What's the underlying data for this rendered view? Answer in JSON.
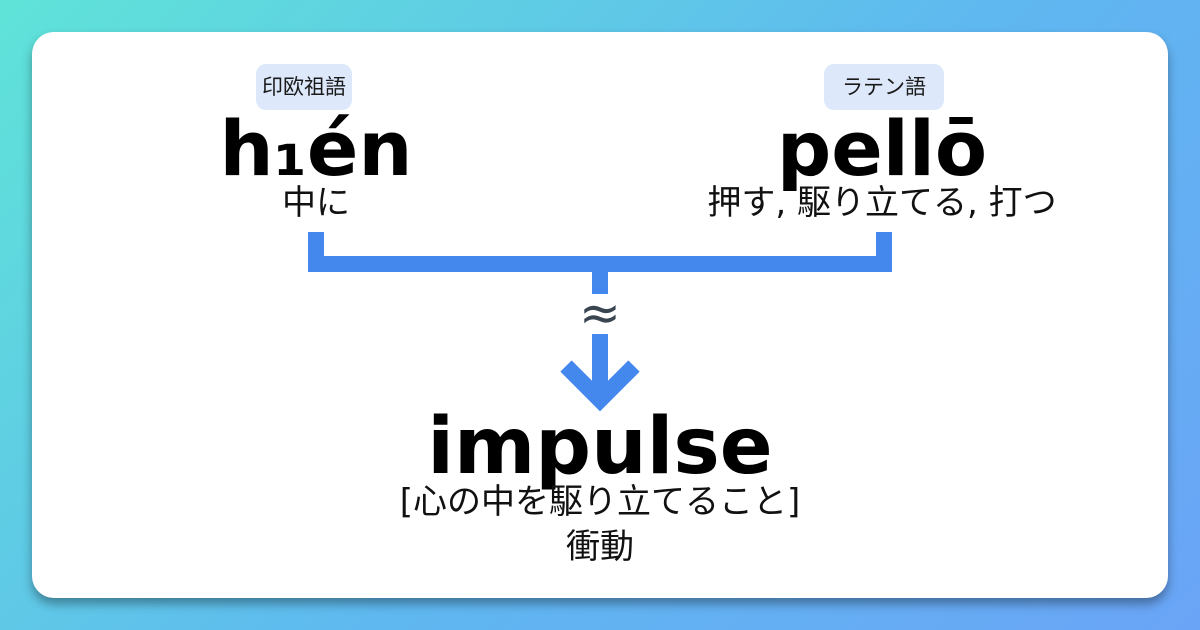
{
  "source_left": {
    "language_label": "印欧祖語",
    "word": "h₁én",
    "meaning": "中に"
  },
  "source_right": {
    "language_label": "ラテン語",
    "word": "pellō",
    "meaning": "押す, 駆り立てる, 打つ"
  },
  "connector": {
    "symbol": "≈",
    "line_color": "#4488ee"
  },
  "result": {
    "word": "impulse",
    "meaning": "[心の中を駆り立てること]",
    "translation": "衝動"
  }
}
